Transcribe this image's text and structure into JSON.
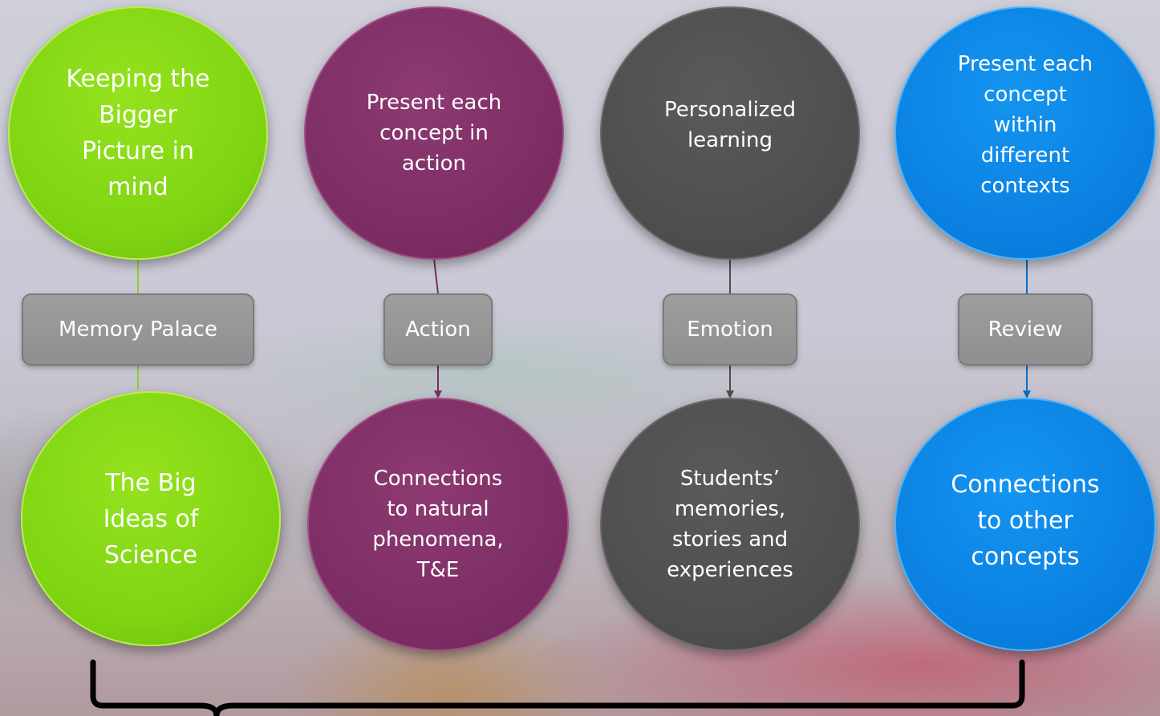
{
  "columns": [
    {
      "id": "memory-palace",
      "top_text": "Keeping the\nBigger\nPicture in\nmind",
      "label": "Memory Palace",
      "bottom_text": "The Big\nIdeas of\nScience",
      "color": "#7fd412",
      "connector": "line"
    },
    {
      "id": "action",
      "top_text": "Present each\nconcept in\naction",
      "label": "Action",
      "bottom_text": "Connections\nto natural\nphenomena,\nT&E",
      "color": "#7b2d63",
      "connector": "arrow"
    },
    {
      "id": "emotion",
      "top_text": "Personalized\nlearning",
      "label": "Emotion",
      "bottom_text": "Students’\nmemories,\nstories and\nexperiences",
      "color": "#4d4d4d",
      "connector": "arrow"
    },
    {
      "id": "review",
      "top_text": "Present each\nconcept\nwithin\ndifferent\ncontexts",
      "label": "Review",
      "bottom_text": "Connections\nto other\nconcepts",
      "color": "#0a7fe0",
      "connector": "arrow"
    }
  ],
  "brace": {
    "type": "curly-bracket",
    "orientation": "bottom"
  }
}
